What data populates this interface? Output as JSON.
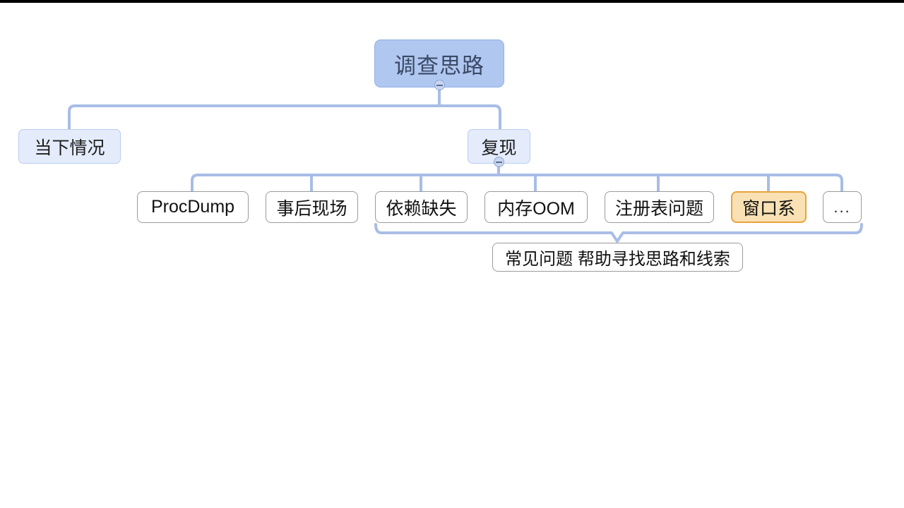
{
  "diagram": {
    "type": "mind-map",
    "title_node": "调查思路",
    "background_color": "#ffffff",
    "accent_color": "#93b0e3",
    "root_fill": "#b0c7f0",
    "branch_fill": "#e4ecfb",
    "leaf_fill": "#ffffff",
    "highlight_fill": "#fae1b3",
    "highlight_border": "#e8a33b",
    "connector_color": "#a8bde6"
  },
  "root": {
    "label": "调查思路",
    "toggle": "collapse-minus"
  },
  "branches": [
    {
      "label": "当下情况",
      "toggle": null
    },
    {
      "label": "复现",
      "toggle": "collapse-minus"
    }
  ],
  "leaves": [
    {
      "label": "ProcDump",
      "highlighted": false
    },
    {
      "label": "事后现场",
      "highlighted": false
    },
    {
      "label": "依赖缺失",
      "highlighted": false
    },
    {
      "label": "内存OOM",
      "highlighted": false
    },
    {
      "label": "注册表问题",
      "highlighted": false
    },
    {
      "label": "窗口系",
      "highlighted": true
    },
    {
      "label": "...",
      "highlighted": false
    }
  ],
  "summary": {
    "label": "常见问题 帮助寻找思路和线索"
  }
}
